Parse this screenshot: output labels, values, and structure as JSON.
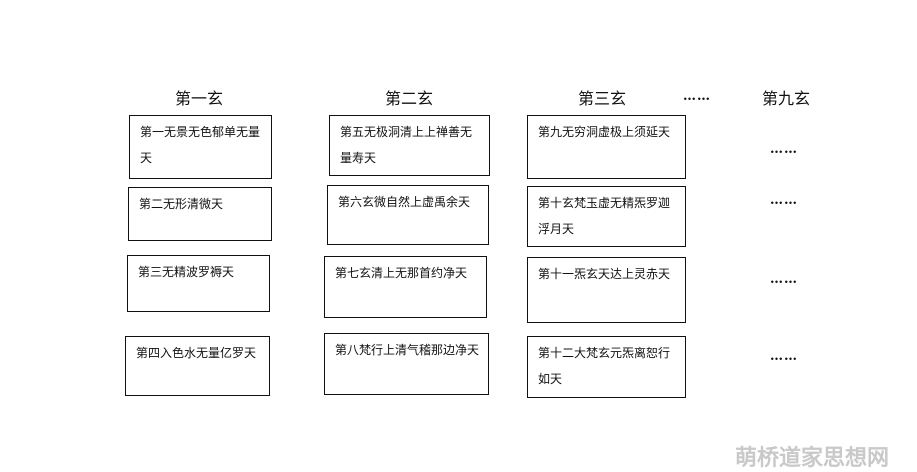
{
  "headers": {
    "col1": "第一玄",
    "col2": "第二玄",
    "col3": "第三玄",
    "ellipsis": "……",
    "col9": "第九玄"
  },
  "boxes": {
    "b1": "第一无景无色郁单无量天",
    "b2": "第二无形清微天",
    "b3": "第三无精波罗褥天",
    "b4": "第四入色水无量亿罗天",
    "b5": "第五无极洞清上上禅善无量寿天",
    "b6": "第六玄微自然上虚禹余天",
    "b7": "第七玄清上无那首约净天",
    "b8": "第八梵行上清气稽那边净天",
    "b9": "第九无穷洞虚极上须延天",
    "b10": "第十玄梵玉虚无精炁罗迦浮月天",
    "b11": "第十一炁玄天达上灵赤天",
    "b12": "第十二大梵玄元炁离恕行如天"
  },
  "ninth_column": [
    "……",
    "……",
    "……",
    "……"
  ],
  "watermark": "萌桥道家思想网"
}
